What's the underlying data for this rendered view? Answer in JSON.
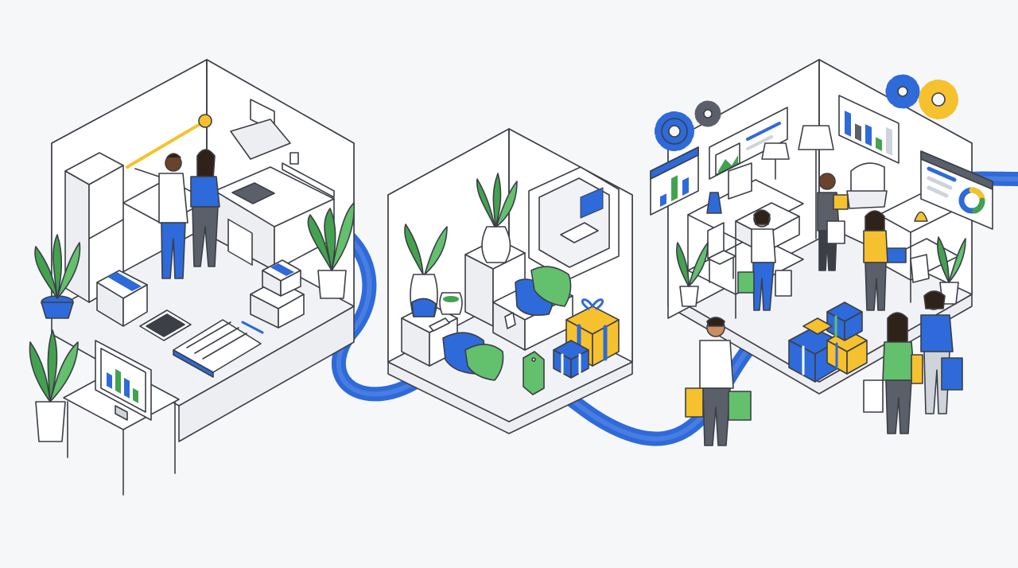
{
  "palette": {
    "background": "#f6f7f9",
    "outline": "#3c3f46",
    "wall": "#ffffff",
    "wall_side": "#eceef2",
    "floor": "#f1f2f5",
    "shadow": "#e4e6eb",
    "grey": "#cfd3da",
    "dark_grey": "#5a5f69",
    "blue": "#2e6ad9",
    "light_blue": "#d6e3fa",
    "green": "#43a24f",
    "light_green": "#63c06d",
    "yellow": "#f6c12e",
    "skin_dark": "#6b4329",
    "skin_light": "#c98f63",
    "hair": "#2f2219"
  },
  "icons": {
    "gear": "gear-icon",
    "bar_chart": "bar-chart-icon",
    "donut_chart": "donut-chart-icon",
    "line_chart": "line-chart-icon",
    "gift": "gift-icon",
    "shopping_bag": "shopping-bag-icon",
    "price_tag": "price-tag-icon",
    "plant": "plant-icon",
    "phone": "phone-icon",
    "notebook": "notebook-icon",
    "monitor": "monitor-icon",
    "measuring_tape": "measuring-tape-icon"
  },
  "chart_bars": {
    "desk_monitor": [
      0.5,
      0.8,
      0.65,
      0.45
    ],
    "store_left_panel": [
      0.4,
      0.9,
      0.6
    ],
    "store_right_panel": [
      0.85,
      0.55,
      0.7,
      0.4,
      0.95
    ]
  }
}
